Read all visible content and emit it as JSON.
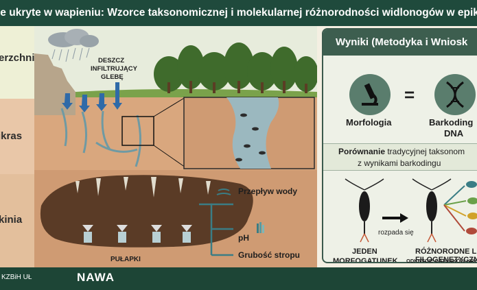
{
  "title": "ie ukryte w wapieniu: Wzorce taksonomicznej i molekularnej różnorodności widlonogów w epikars",
  "layers": {
    "surface": "erzchnia",
    "epikarst": "ikras",
    "cave": "kinia"
  },
  "diagram": {
    "rain_label_1": "DESZCZ",
    "rain_label_2": "INFILTRUJĄCY",
    "rain_label_3": "GLEBĘ",
    "traps_label": "PUŁAPKI",
    "factor_1": "Przepływ wody",
    "factor_2": "pH",
    "factor_3": "Grubość stropu"
  },
  "results": {
    "heading": "Wyniki (Metodyka i Wniosk",
    "equals": "=",
    "morphology": "Morfologia",
    "barcoding_1": "Barkoding",
    "barcoding_2": "DNA",
    "comparison_bold": "Porównanie",
    "comparison_rest": " tradycyjnej taksonom",
    "comparison_line2": "z wynikami barkodingu",
    "splits": "rozpada się",
    "one_1": "JEDEN",
    "one_2": "MORFOGATUNEK",
    "diverse_1": "RÓŻNORODNE LI",
    "diverse_2": "FILOGENETYCZN",
    "diverse_3": "ODKRYCIE GATUNKÓW KRYPTY"
  },
  "footer": {
    "left": "KZBiH UŁ",
    "logo": "NAWA"
  },
  "colors": {
    "title_bg": "#1f4a3c",
    "surface_bg": "#eef0d6",
    "epikarst_bg": "#e9c7a8",
    "cave_bg": "#e3bf9c",
    "panel_header": "#3d5e4f",
    "footer_bg": "#1d4536",
    "arrow_blue": "#2f6aa8",
    "teal": "#3a7d85"
  }
}
